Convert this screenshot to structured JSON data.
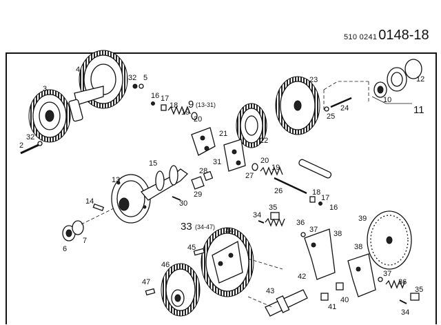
{
  "document": {
    "prefix": "510 0241",
    "number": "0148-18"
  },
  "callouts": {
    "c2": "2",
    "c3": "3",
    "c4": "4",
    "c5": "5",
    "c6": "6",
    "c7": "7",
    "c9": "9",
    "c9_range": "(13-31)",
    "c10": "10",
    "c11": "11",
    "c12": "12",
    "c13": "13",
    "c14": "14",
    "c15": "15",
    "c16a": "16",
    "c16b": "16",
    "c17a": "17",
    "c17b": "17",
    "c18a": "18",
    "c18b": "18",
    "c19a": "19",
    "c19b": "19",
    "c20a": "20",
    "c20b": "20",
    "c21": "21",
    "c22": "22",
    "c23": "23",
    "c24": "24",
    "c25": "25",
    "c26": "26",
    "c27": "27",
    "c28": "28",
    "c29": "29",
    "c30": "30",
    "c31": "31",
    "c32a": "32",
    "c32b": "32",
    "c33": "33",
    "c33_range": "(34-47)",
    "c34a": "34",
    "c34b": "34",
    "c35a": "35",
    "c35b": "35",
    "c36a": "36",
    "c36b": "36",
    "c37a": "37",
    "c37b": "37",
    "c38a": "38",
    "c38b": "38",
    "c39": "39",
    "c40": "40",
    "c41": "41",
    "c42": "42",
    "c43": "43",
    "c44": "44",
    "c45": "45",
    "c46": "46",
    "c47": "47"
  }
}
